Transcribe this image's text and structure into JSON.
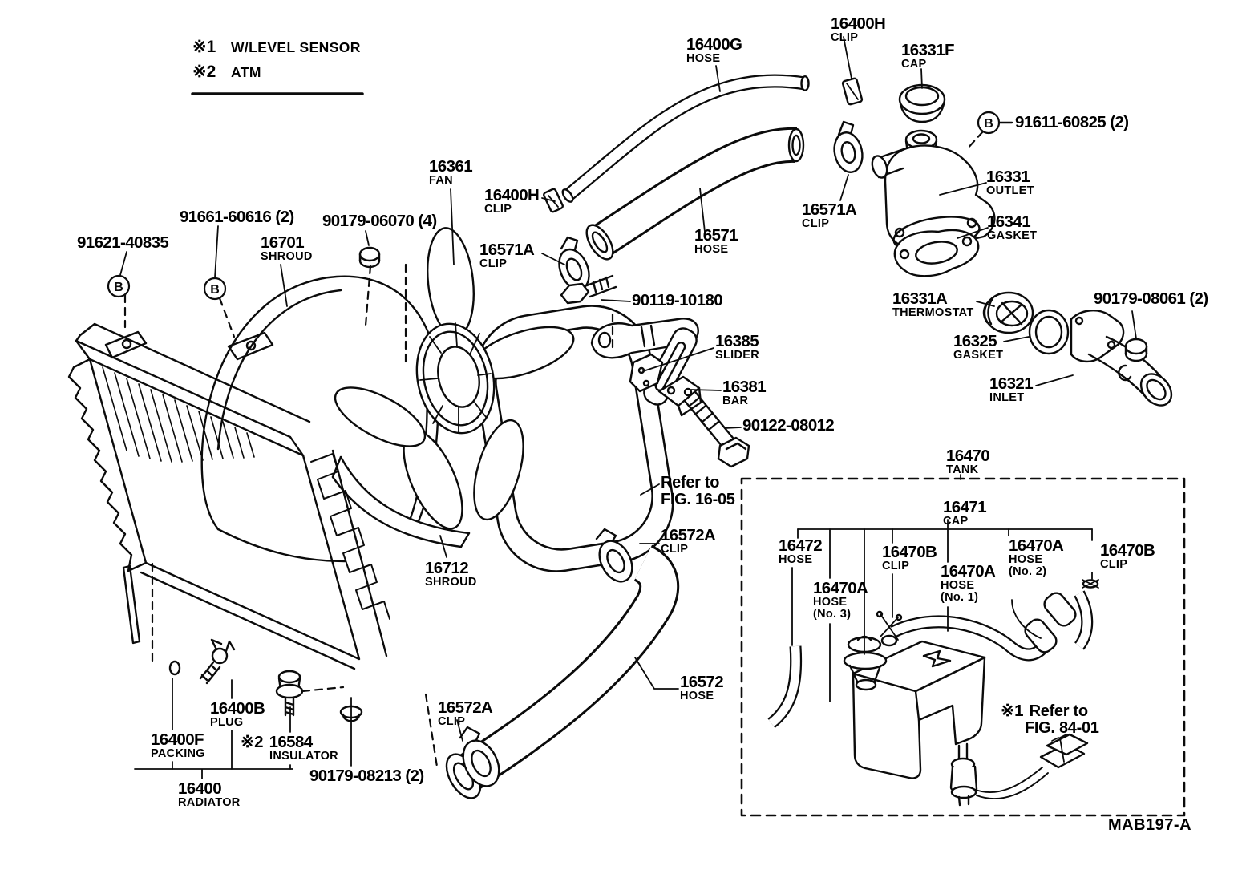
{
  "legend": {
    "items": [
      {
        "symbol": "※1",
        "text": "W/LEVEL SENSOR"
      },
      {
        "symbol": "※2",
        "text": "ATM"
      }
    ]
  },
  "symbols": {
    "bolt_marker": "B"
  },
  "parts": {
    "p16400g": {
      "num": "16400G",
      "d1": "HOSE"
    },
    "p16400h": {
      "num": "16400H",
      "d1": "CLIP"
    },
    "p16331f": {
      "num": "16331F",
      "d1": "CAP"
    },
    "p91611": {
      "num": "91611-60825 (2)"
    },
    "p16361": {
      "num": "16361",
      "d1": "FAN"
    },
    "p16571a": {
      "num": "16571A",
      "d1": "CLIP"
    },
    "p16571": {
      "num": "16571",
      "d1": "HOSE"
    },
    "p16331": {
      "num": "16331",
      "d1": "OUTLET"
    },
    "p16341": {
      "num": "16341",
      "d1": "GASKET"
    },
    "p91621": {
      "num": "91621-40835"
    },
    "p91661": {
      "num": "91661-60616 (2)"
    },
    "p16701": {
      "num": "16701",
      "d1": "SHROUD"
    },
    "p90179a": {
      "num": "90179-06070 (4)"
    },
    "p90119": {
      "num": "90119-10180"
    },
    "p16385": {
      "num": "16385",
      "d1": "SLIDER"
    },
    "p16381": {
      "num": "16381",
      "d1": "BAR"
    },
    "p90122": {
      "num": "90122-08012"
    },
    "p16331a": {
      "num": "16331A",
      "d1": "THERMOSTAT"
    },
    "p90179b": {
      "num": "90179-08061 (2)"
    },
    "p16325": {
      "num": "16325",
      "d1": "GASKET"
    },
    "p16321": {
      "num": "16321",
      "d1": "INLET"
    },
    "p16470": {
      "num": "16470",
      "d1": "TANK"
    },
    "p16471": {
      "num": "16471",
      "d1": "CAP"
    },
    "p16572a": {
      "num": "16572A",
      "d1": "CLIP"
    },
    "p16712": {
      "num": "16712",
      "d1": "SHROUD"
    },
    "p16472": {
      "num": "16472",
      "d1": "HOSE"
    },
    "p16470a3": {
      "num": "16470A",
      "d1": "HOSE",
      "d2": "(No. 3)"
    },
    "p16470b": {
      "num": "16470B",
      "d1": "CLIP"
    },
    "p16470a1": {
      "num": "16470A",
      "d1": "HOSE",
      "d2": "(No. 1)"
    },
    "p16470a2": {
      "num": "16470A",
      "d1": "HOSE",
      "d2": "(No. 2)"
    },
    "p16572": {
      "num": "16572",
      "d1": "HOSE"
    },
    "p16400b": {
      "num": "16400B",
      "d1": "PLUG"
    },
    "p16400f": {
      "num": "16400F",
      "d1": "PACKING"
    },
    "p16584": {
      "prefix": "※2",
      "num": "16584",
      "d1": "INSULATOR"
    },
    "p90179c": {
      "num": "90179-08213 (2)"
    },
    "p16400": {
      "num": "16400",
      "d1": "RADIATOR"
    }
  },
  "notes": {
    "refer1605": {
      "l1": "Refer to",
      "l2": "FIG. 16-05"
    },
    "refer8401": {
      "prefix": "※1",
      "l1": "Refer to",
      "l2": "FIG. 84-01"
    }
  },
  "footer": {
    "drawing_code": "MAB197-A"
  }
}
